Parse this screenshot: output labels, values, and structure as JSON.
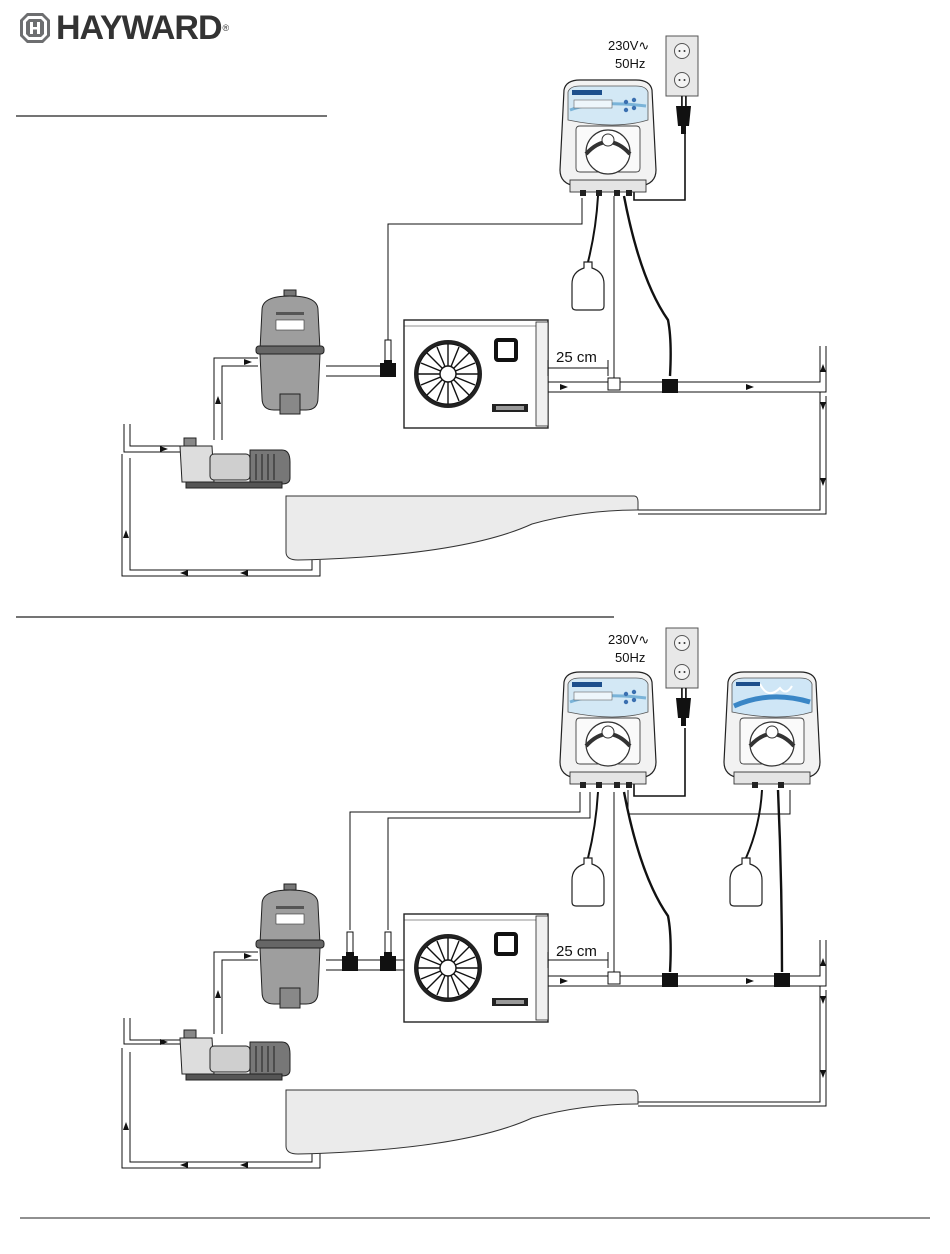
{
  "brand": {
    "name": "HAYWARD",
    "reg_mark": "®"
  },
  "diagram_1": {
    "voltage": "230V∿",
    "frequency": "50Hz",
    "distance": "25 cm"
  },
  "diagram_2": {
    "voltage": "230V∿",
    "frequency": "50Hz",
    "distance": "25 cm"
  }
}
